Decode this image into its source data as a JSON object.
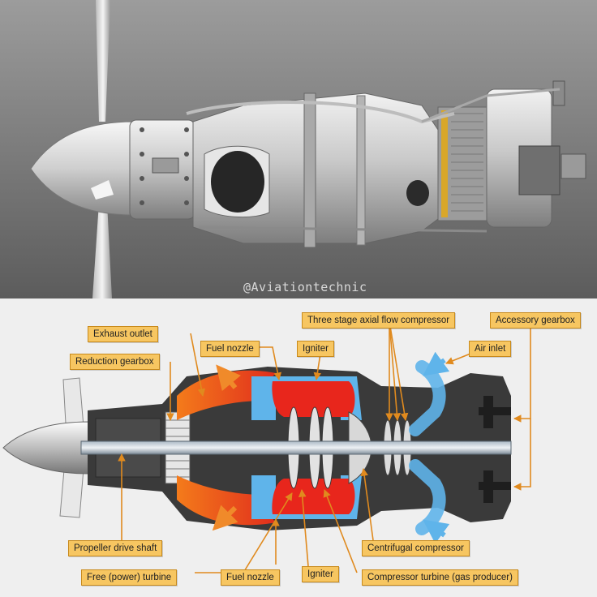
{
  "watermark": "@Aviationtechnic",
  "labels": {
    "exhaust_outlet": "Exhaust outlet",
    "fuel_nozzle_top": "Fuel nozzle",
    "igniter_top": "Igniter",
    "three_stage": "Three stage axial flow compressor",
    "accessory_gearbox": "Accessory gearbox",
    "reduction_gearbox": "Reduction gearbox",
    "air_inlet": "Air inlet",
    "propeller_drive_shaft": "Propeller drive shaft",
    "centrifugal_compressor": "Centrifugal compressor",
    "free_power_turbine": "Free (power) turbine",
    "fuel_nozzle_bottom": "Fuel nozzle",
    "igniter_bottom": "Igniter",
    "compressor_turbine": "Compressor turbine (gas producer)"
  },
  "colors": {
    "label_fill": "#f7c661",
    "leader": "#e08a1e",
    "hot_gas": "#e8451c",
    "cool_air": "#5fb4ea",
    "engine_body": "#3a3a3a"
  }
}
